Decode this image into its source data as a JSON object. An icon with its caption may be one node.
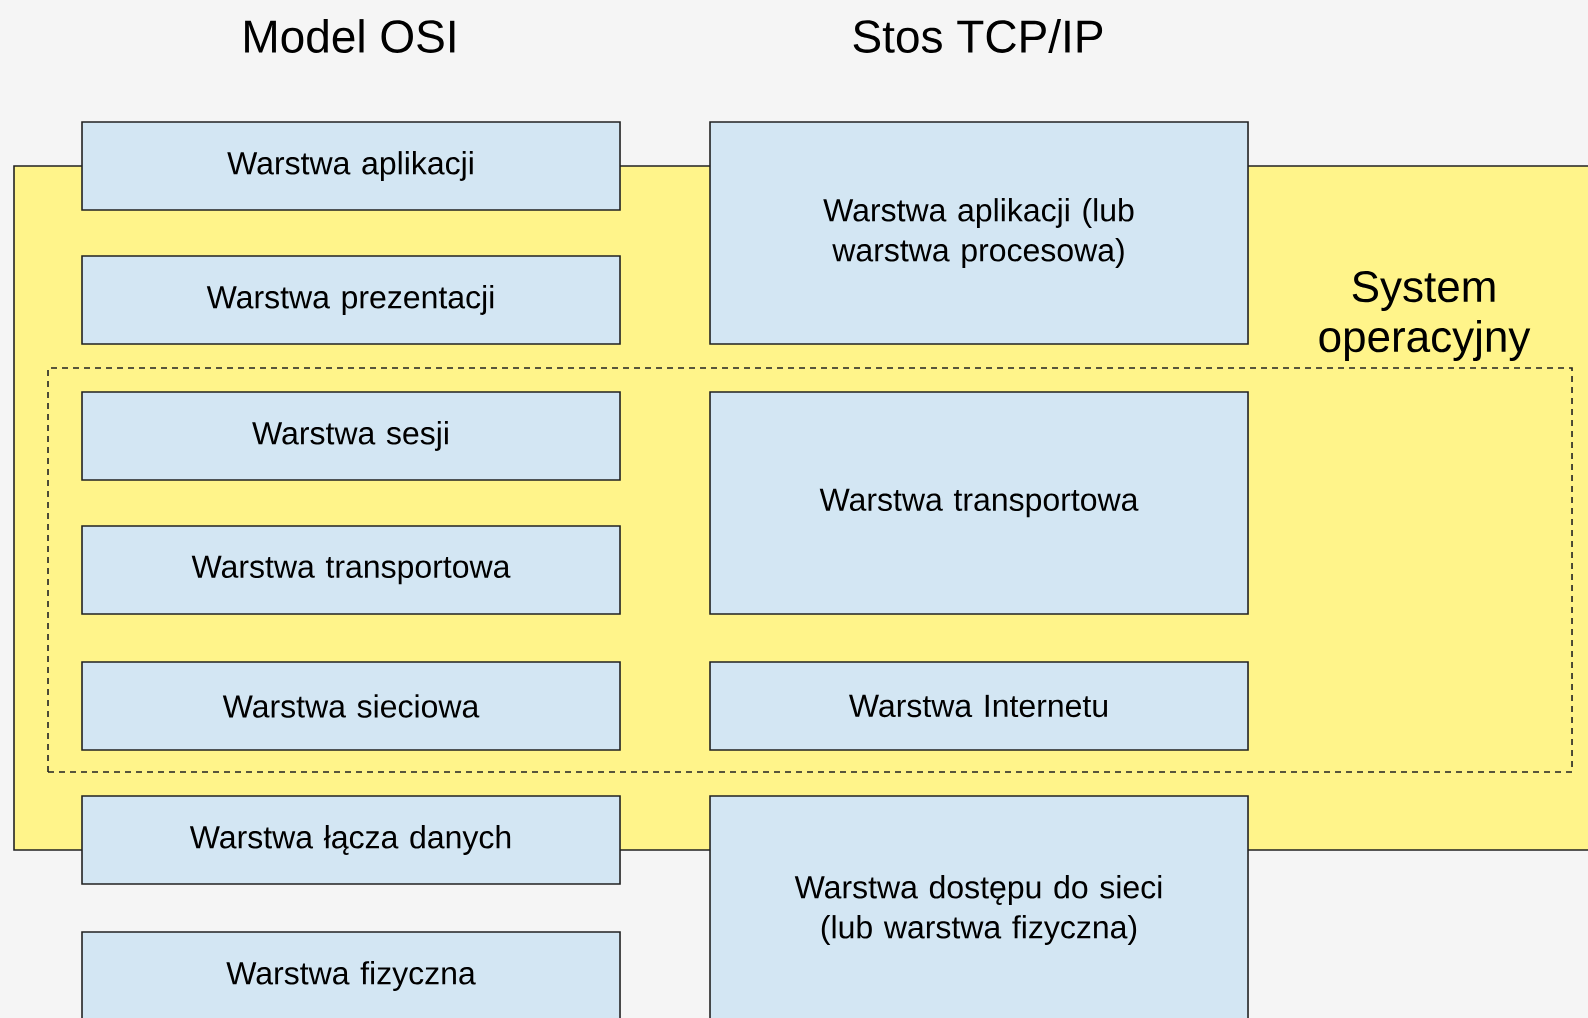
{
  "diagram": {
    "nodes": [
      {
        "text": [
          "System operacyjny"
        ]
      },
      {
        "text": [],
        "shape": "box",
        "in": 0
      },
      {
        "text": [
          "Warstwa aplikacji"
        ]
      },
      {
        "text": [
          "Warstwa prezentacji"
        ],
        "in": 0
      },
      {
        "text": [
          "Warstwa sesji"
        ],
        "in": 1
      },
      {
        "text": [
          "Warstwa transportowa"
        ],
        "in": 1
      },
      {
        "text": [
          "Warstwa sieciowa"
        ],
        "in": 1
      },
      {
        "text": [
          "Warstwa łącza danych"
        ]
      },
      {
        "text": [
          "Warstwa fizyczna"
        ]
      },
      {
        "text": [
          "Warstwa aplikacji (lub warstwa procesowa)"
        ]
      },
      {
        "text": [
          "Warstwa transportowa"
        ],
        "in": 1
      },
      {
        "text": [
          "Warstwa Internetu"
        ],
        "in": 1
      },
      {
        "text": [
          "Warstwa dostępu do sieci (lub warstwa fizyczna)"
        ]
      }
    ],
    "labels": [
      "Model OSI",
      "Stos TCP/IP"
    ]
  }
}
